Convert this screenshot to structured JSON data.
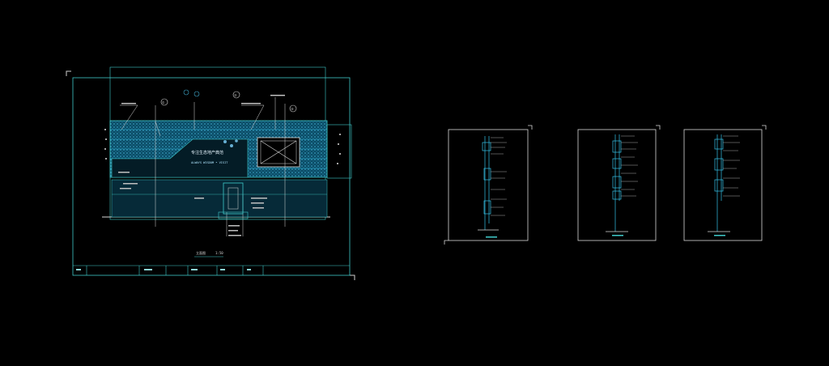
{
  "drawing": {
    "main_elevation_title": "立面图",
    "main_elevation_scale": "1:50",
    "sign_text_cn": "专注生态地产典范",
    "sign_text_en": "ALWAYS WISDOM • VISIT",
    "grid_markers": [
      "①",
      "②",
      "③"
    ]
  },
  "colors": {
    "background": "#000000",
    "frame": "#3fc9c9",
    "frame_white": "#d8d8d8",
    "panel_fill": "#0e5d7e",
    "panel_dots": "#4fb8d8",
    "leader": "#e6e6e6",
    "detail_line": "#36c3e8"
  }
}
